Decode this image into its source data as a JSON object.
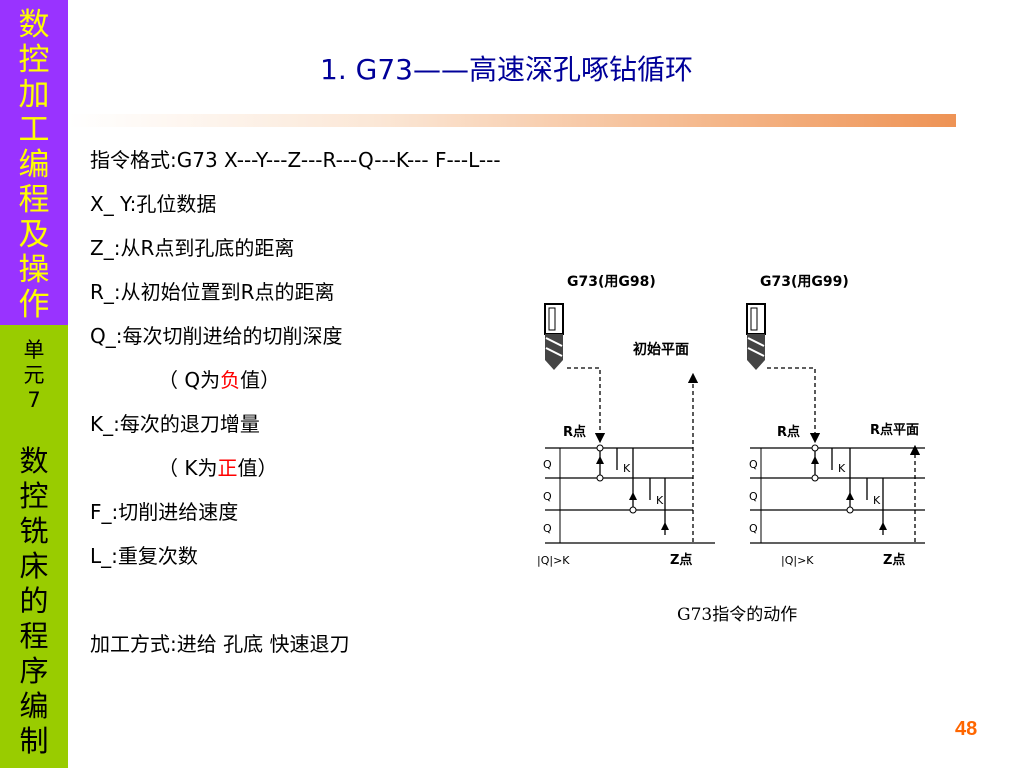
{
  "sidebar": {
    "course_title_chars": [
      "数",
      "控",
      "加",
      "工",
      "编",
      "程",
      "及",
      "操",
      "作"
    ],
    "unit_label_chars": [
      "单",
      "元",
      "7"
    ],
    "unit_title_chars": [
      "数",
      "控",
      "铣",
      "床",
      "的",
      "程",
      "序",
      "编",
      "制"
    ],
    "colors": {
      "top": "#9933ff",
      "bottom": "#99cc00",
      "course_title": "#ffff00"
    }
  },
  "slide": {
    "title": "1. G73——高速深孔啄钻循环",
    "lines": {
      "format": "指令格式:G73 X---Y---Z---R---Q---K--- F---L---",
      "xy": "X_ Y:孔位数据",
      "z": "Z_:从R点到孔底的距离",
      "r": "R_:从初始位置到R点的距离",
      "q": "Q_:每次切削进给的切削深度",
      "q_note_pre": "（ Q为",
      "q_note_hl": "负",
      "q_note_post": "值）",
      "k": "K_:每次的退刀增量",
      "k_note_pre": "（ K为",
      "k_note_hl": "正",
      "k_note_post": "值）",
      "f": "F_:切削进给速度",
      "l": "L_:重复次数",
      "method": "加工方式:进给 孔底 快速退刀"
    },
    "page_number": "48"
  },
  "diagram": {
    "left_title": "G73(用G98)",
    "right_title": "G73(用G99)",
    "initial_plane": "初始平面",
    "r_point": "R点",
    "r_plane": "R点平面",
    "z_point": "Z点",
    "q": "Q",
    "k": "K",
    "cond": "|Q|>K",
    "caption": "G73指令的动作"
  }
}
